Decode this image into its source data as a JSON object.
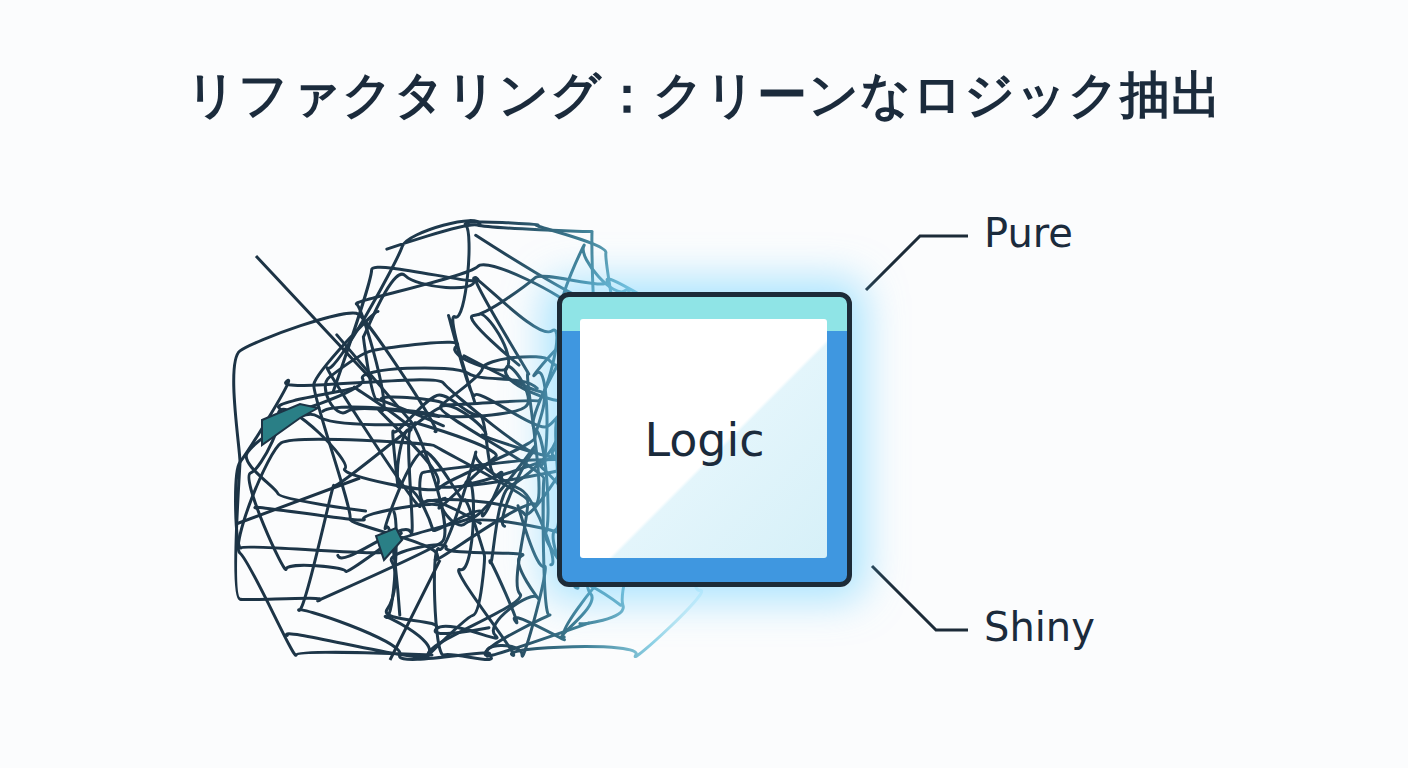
{
  "diagram": {
    "title": "リファクタリング：クリーンなロジック抽出",
    "nodes": [
      {
        "text": [
          "Logic"
        ]
      }
    ],
    "labels": [
      "Pure",
      "Shiny"
    ]
  }
}
